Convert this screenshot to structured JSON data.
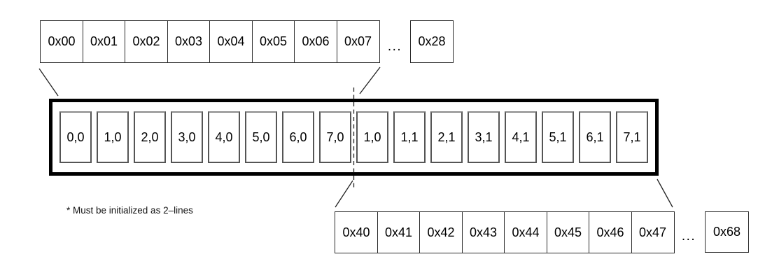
{
  "diagram": {
    "top_memory_row": {
      "cells": [
        "0x00",
        "0x01",
        "0x02",
        "0x03",
        "0x04",
        "0x05",
        "0x06",
        "0x07"
      ],
      "ellipsis": "...",
      "detached_cell": "0x28"
    },
    "line_buffer": {
      "cells": [
        "0,0",
        "1,0",
        "2,0",
        "3,0",
        "4,0",
        "5,0",
        "6,0",
        "7,0",
        "1,0",
        "1,1",
        "2,1",
        "3,1",
        "4,1",
        "5,1",
        "6,1",
        "7,1"
      ]
    },
    "bottom_memory_row": {
      "cells": [
        "0x40",
        "0x41",
        "0x42",
        "0x43",
        "0x44",
        "0x45",
        "0x46",
        "0x47"
      ],
      "ellipsis": "...",
      "detached_cell": "0x68"
    },
    "note": "* Must be initialized as 2–lines",
    "colors": {
      "background": "#ffffff",
      "thick_border": "#000000",
      "thin_border": "#2b2b2b",
      "inner_cell_border": "#555555",
      "text": "#000000"
    }
  }
}
